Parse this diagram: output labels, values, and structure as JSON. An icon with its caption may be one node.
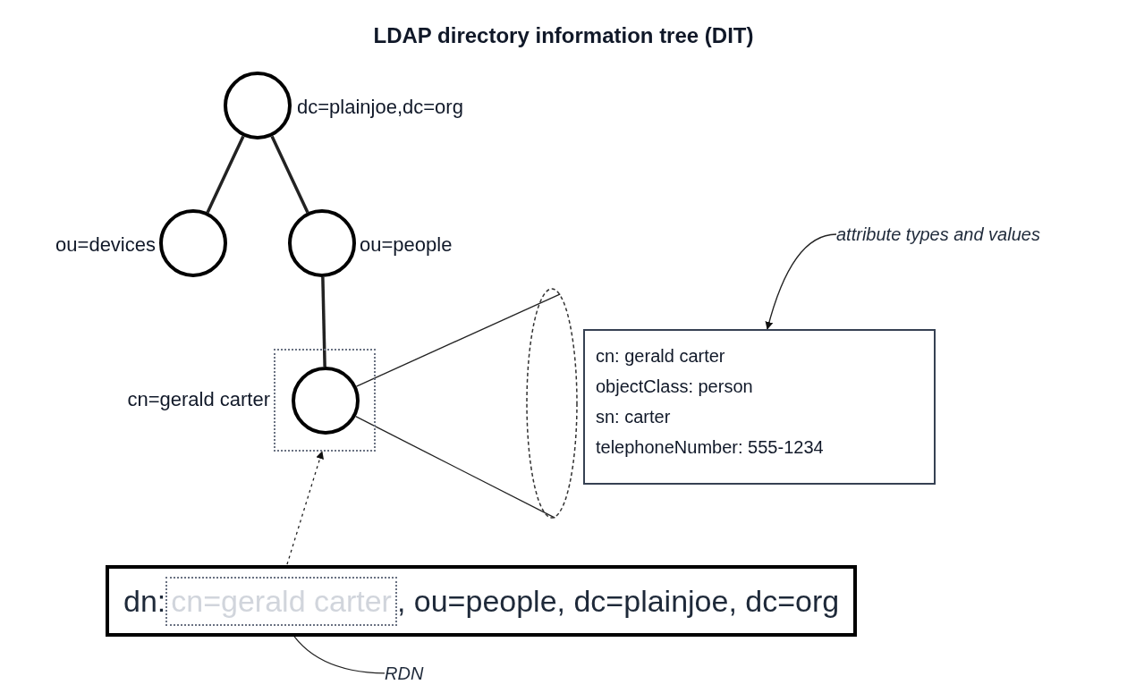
{
  "diagram": {
    "title": "LDAP directory information tree (DIT)",
    "nodes": [
      {
        "text": [],
        "shape": "circle",
        "beside": [
          "dc=plainjoe,dc=org"
        ]
      },
      {
        "text": [],
        "shape": "circle",
        "beside": [
          "ou=devices"
        ]
      },
      {
        "text": [],
        "shape": "circle",
        "beside": [
          "ou=people"
        ]
      },
      {
        "text": [],
        "shape": "box"
      },
      {
        "text": [],
        "shape": "circle",
        "in": 3,
        "beside": [
          "cn=gerald carter"
        ]
      },
      {
        "text": [
          "cn: gerald carter",
          "objectClass: person",
          "sn: carter",
          "telephoneNumber: 555-1234"
        ]
      },
      {
        "text": [],
        "shape": "ellipse"
      },
      {
        "text": [
          "dn:",
          ", ou=people, dc=plainjoe, dc=org"
        ]
      },
      {
        "text": [
          "cn=gerald carter"
        ],
        "in": 7
      },
      {
        "text": [
          "attribute types and values"
        ]
      },
      {
        "text": [
          "RDN"
        ]
      }
    ],
    "edges": [
      {
        "from": 0,
        "to": 1,
        "arrow": "none",
        "style": "thick"
      },
      {
        "from": 0,
        "to": 2,
        "arrow": "none",
        "style": "thick"
      },
      {
        "from": 2,
        "to": 4,
        "arrow": "none",
        "style": "thick"
      },
      {
        "from": 4,
        "to": 6,
        "arrow": "none"
      },
      {
        "from": 4,
        "to": 6,
        "arrow": "none"
      },
      {
        "from": 8,
        "to": 3,
        "arrow": "to",
        "style": "dashed"
      },
      {
        "from": 9,
        "to": 5,
        "arrow": "to"
      },
      {
        "from": 10,
        "to": 8,
        "arrow": "to"
      }
    ]
  }
}
